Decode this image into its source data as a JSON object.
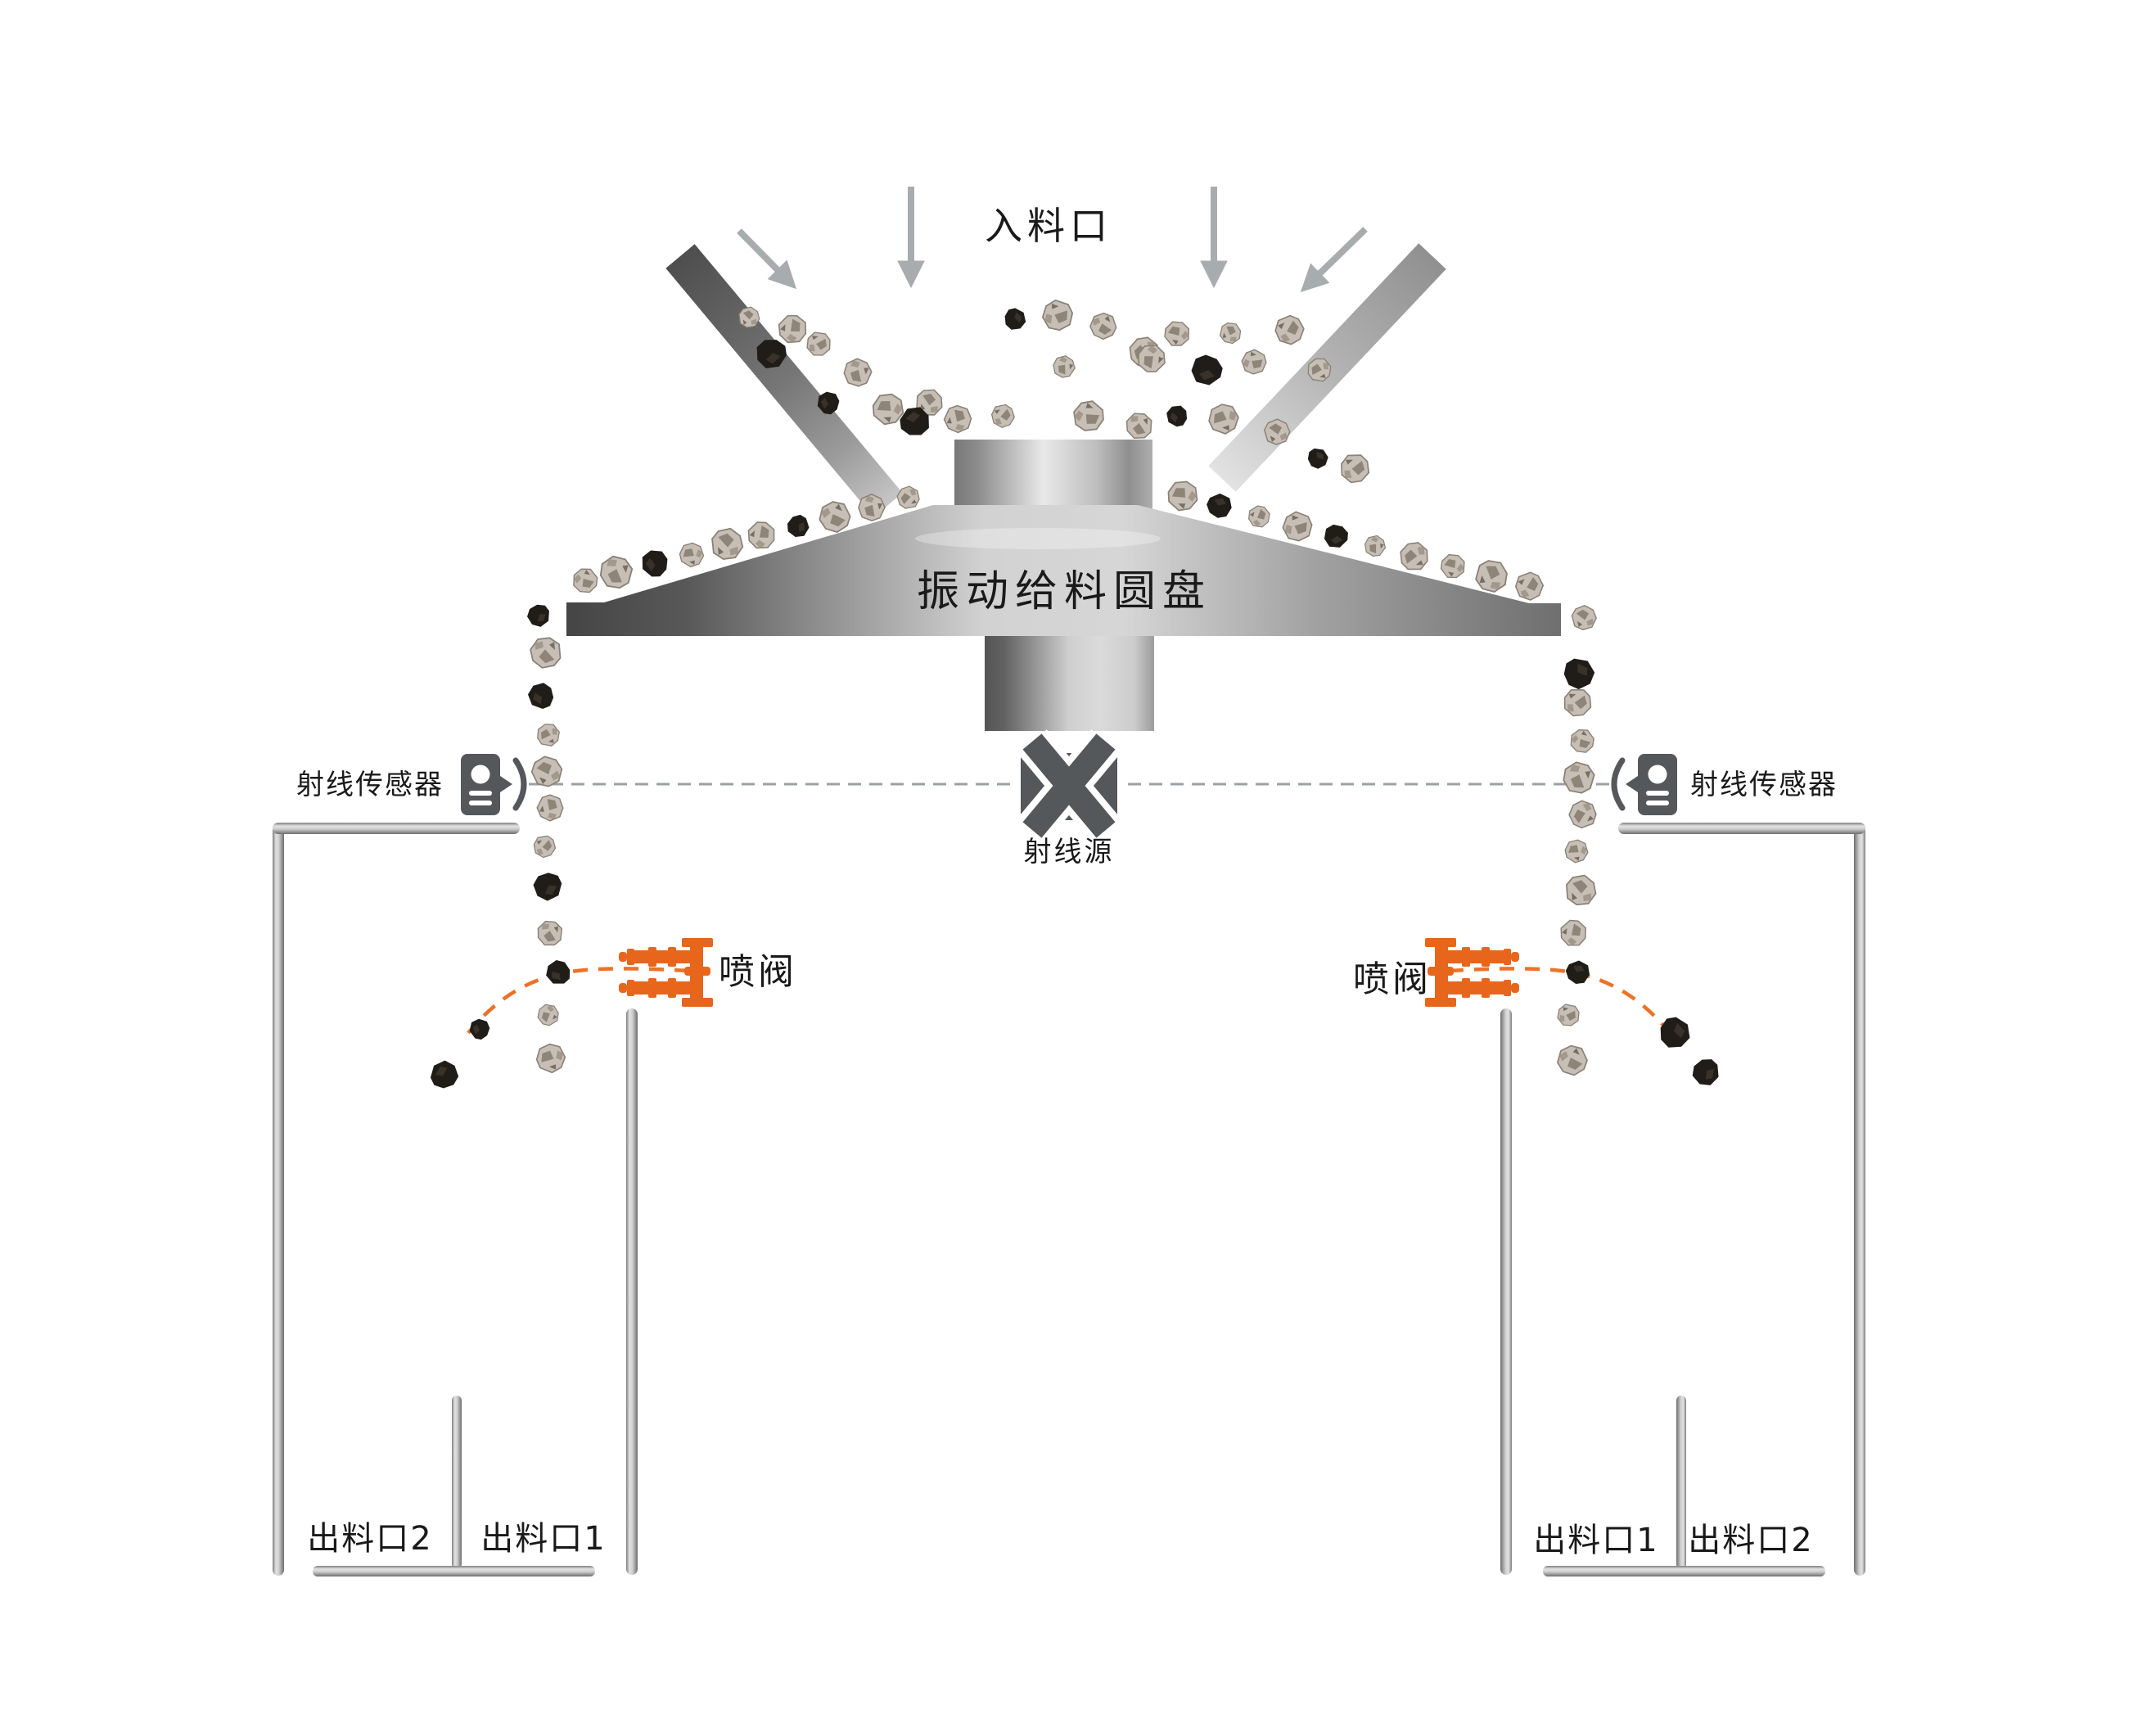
{
  "labels": {
    "feed_inlet": "入料口",
    "vibrating_feeder_disc": "振动给料圆盘",
    "ray_source": "射线源",
    "ray_sensor": "射线传感器",
    "spray_valve": "喷阀",
    "outlet_1": "出料口1",
    "outlet_2": "出料口2"
  },
  "colors": {
    "valve_orange": "#E8661C",
    "trajectory_orange": "#ED7227",
    "device_dark_gray": "#55585B",
    "scan_dash_gray": "#9BA1A4",
    "arrow_gray": "#A7ACAE",
    "label_color": "#1A1A1A"
  },
  "particles": [
    [
      915,
      388,
      "L"
    ],
    [
      968,
      402,
      "L"
    ],
    [
      1000,
      420,
      "L"
    ],
    [
      942,
      432,
      "D"
    ],
    [
      1048,
      455,
      "L"
    ],
    [
      1012,
      492,
      "D"
    ],
    [
      1085,
      500,
      "L"
    ],
    [
      1135,
      492,
      "L"
    ],
    [
      1240,
      390,
      "D"
    ],
    [
      1292,
      385,
      "L"
    ],
    [
      1348,
      398,
      "L"
    ],
    [
      1300,
      448,
      "L"
    ],
    [
      1398,
      430,
      "L"
    ],
    [
      1438,
      408,
      "L"
    ],
    [
      1503,
      407,
      "L"
    ],
    [
      1575,
      403,
      "L"
    ],
    [
      1532,
      442,
      "L"
    ],
    [
      1474,
      452,
      "D"
    ],
    [
      1407,
      438,
      "L"
    ],
    [
      1612,
      452,
      "L"
    ],
    [
      1118,
      515,
      "D"
    ],
    [
      1170,
      512,
      "L"
    ],
    [
      1225,
      508,
      "L"
    ],
    [
      1330,
      508,
      "L"
    ],
    [
      1392,
      520,
      "L"
    ],
    [
      1438,
      508,
      "D"
    ],
    [
      1495,
      512,
      "L"
    ],
    [
      1560,
      528,
      "L"
    ],
    [
      1610,
      560,
      "D"
    ],
    [
      1655,
      572,
      "L"
    ],
    [
      715,
      709,
      "L"
    ],
    [
      753,
      699,
      "L"
    ],
    [
      800,
      688,
      "D"
    ],
    [
      845,
      678,
      "L"
    ],
    [
      888,
      665,
      "L"
    ],
    [
      930,
      654,
      "L"
    ],
    [
      975,
      643,
      "D"
    ],
    [
      1020,
      631,
      "L"
    ],
    [
      1065,
      620,
      "L"
    ],
    [
      1110,
      608,
      "L"
    ],
    [
      1445,
      606,
      "L"
    ],
    [
      1490,
      618,
      "D"
    ],
    [
      1538,
      631,
      "L"
    ],
    [
      1585,
      643,
      "L"
    ],
    [
      1632,
      655,
      "D"
    ],
    [
      1680,
      667,
      "L"
    ],
    [
      1728,
      680,
      "L"
    ],
    [
      1775,
      692,
      "L"
    ],
    [
      1822,
      704,
      "L"
    ],
    [
      1868,
      716,
      "L"
    ],
    [
      658,
      752,
      "D"
    ],
    [
      667,
      797,
      "L"
    ],
    [
      661,
      850,
      "D"
    ],
    [
      670,
      898,
      "L"
    ],
    [
      668,
      943,
      "L"
    ],
    [
      672,
      987,
      "L"
    ],
    [
      665,
      1034,
      "L"
    ],
    [
      669,
      1083,
      "D"
    ],
    [
      672,
      1140,
      "L"
    ],
    [
      670,
      1240,
      "L"
    ],
    [
      673,
      1293,
      "L"
    ],
    [
      1935,
      755,
      "L"
    ],
    [
      1929,
      823,
      "D"
    ],
    [
      1927,
      858,
      "L"
    ],
    [
      1933,
      905,
      "L"
    ],
    [
      1929,
      950,
      "L"
    ],
    [
      1934,
      995,
      "L"
    ],
    [
      1926,
      1040,
      "L"
    ],
    [
      1931,
      1088,
      "L"
    ],
    [
      1922,
      1140,
      "L"
    ],
    [
      1916,
      1240,
      "L"
    ],
    [
      1921,
      1295,
      "L"
    ],
    [
      682,
      1188,
      "D"
    ],
    [
      586,
      1257,
      "D"
    ],
    [
      543,
      1313,
      "D"
    ],
    [
      1928,
      1188,
      "D"
    ],
    [
      2046,
      1262,
      "D"
    ],
    [
      2084,
      1310,
      "D"
    ]
  ]
}
